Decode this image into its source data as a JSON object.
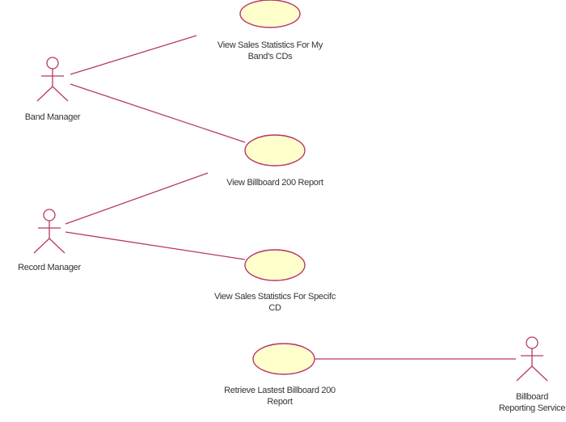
{
  "diagram": {
    "type": "uml-use-case",
    "colors": {
      "stroke": "#b8376a",
      "usecase_fill": "#ffffcc",
      "text": "#333333",
      "background": "#ffffff"
    },
    "actors": [
      {
        "id": "band-manager",
        "label_lines": [
          "Band Manager"
        ]
      },
      {
        "id": "record-manager",
        "label_lines": [
          "Record Manager"
        ]
      },
      {
        "id": "billboard-reporting-service",
        "label_lines": [
          "Billboard",
          "Reporting Service"
        ]
      }
    ],
    "use_cases": [
      {
        "id": "view-sales-my-band",
        "label_lines": [
          "View Sales Statistics For My",
          "Band's CDs"
        ]
      },
      {
        "id": "view-billboard-200",
        "label_lines": [
          "View Billboard 200 Report"
        ]
      },
      {
        "id": "view-sales-specific-cd",
        "label_lines": [
          "View Sales Statistics For Specifc",
          "CD"
        ]
      },
      {
        "id": "retrieve-latest-billboard",
        "label_lines": [
          "Retrieve Lastest Billboard 200",
          "Report"
        ]
      }
    ],
    "associations": [
      {
        "from": "band-manager",
        "to": "view-sales-my-band"
      },
      {
        "from": "band-manager",
        "to": "view-billboard-200"
      },
      {
        "from": "record-manager",
        "to": "view-billboard-200"
      },
      {
        "from": "record-manager",
        "to": "view-sales-specific-cd"
      },
      {
        "from": "retrieve-latest-billboard",
        "to": "billboard-reporting-service"
      }
    ]
  }
}
